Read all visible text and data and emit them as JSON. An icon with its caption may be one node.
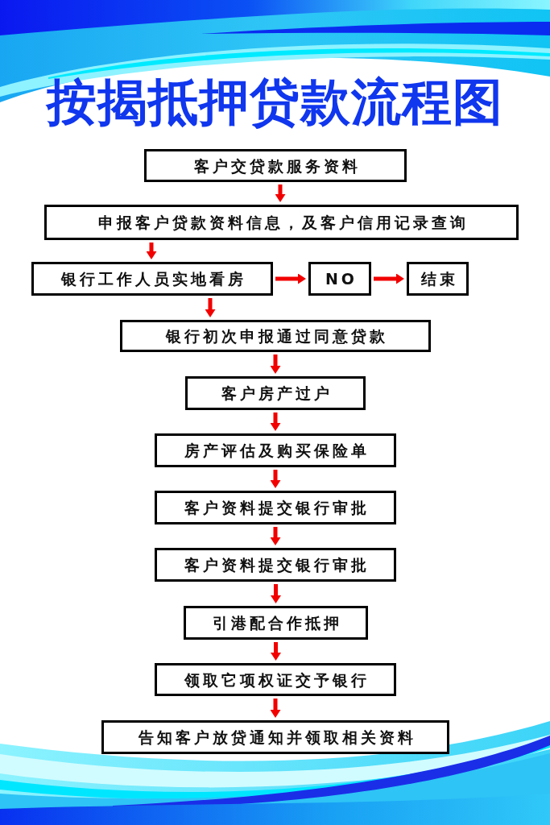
{
  "diagram": {
    "title": "按揭抵押贷款流程图",
    "nodes": [
      {
        "text": [
          "客户交贷款服务资料"
        ]
      },
      {
        "text": [
          "申报客户贷款资料信息，及客户信用记录查询"
        ]
      },
      {
        "text": [
          "银行工作人员实地看房"
        ]
      },
      {
        "text": [
          "NO"
        ]
      },
      {
        "text": [
          "结束"
        ]
      },
      {
        "text": [
          "银行初次申报通过同意贷款"
        ]
      },
      {
        "text": [
          "客户房产过户"
        ]
      },
      {
        "text": [
          "房产评估及购买保险单"
        ]
      },
      {
        "text": [
          "客户资料提交银行审批"
        ]
      },
      {
        "text": [
          "客户资料提交银行审批"
        ]
      },
      {
        "text": [
          "引港配合作抵押"
        ]
      },
      {
        "text": [
          "领取它项权证交予银行"
        ]
      },
      {
        "text": [
          "告知客户放贷通知并领取相关资料"
        ]
      }
    ],
    "edges": [
      {
        "from": 0,
        "to": 1,
        "arrow": "to"
      },
      {
        "from": 1,
        "to": 2,
        "arrow": "to"
      },
      {
        "from": 2,
        "to": 3,
        "arrow": "to"
      },
      {
        "from": 3,
        "to": 4,
        "arrow": "to"
      },
      {
        "from": 2,
        "to": 5,
        "arrow": "to"
      },
      {
        "from": 5,
        "to": 6,
        "arrow": "to"
      },
      {
        "from": 6,
        "to": 7,
        "arrow": "to"
      },
      {
        "from": 7,
        "to": 8,
        "arrow": "to"
      },
      {
        "from": 8,
        "to": 9,
        "arrow": "to"
      },
      {
        "from": 9,
        "to": 10,
        "arrow": "to"
      },
      {
        "from": 10,
        "to": 11,
        "arrow": "to"
      },
      {
        "from": 11,
        "to": 12,
        "arrow": "to"
      }
    ]
  }
}
